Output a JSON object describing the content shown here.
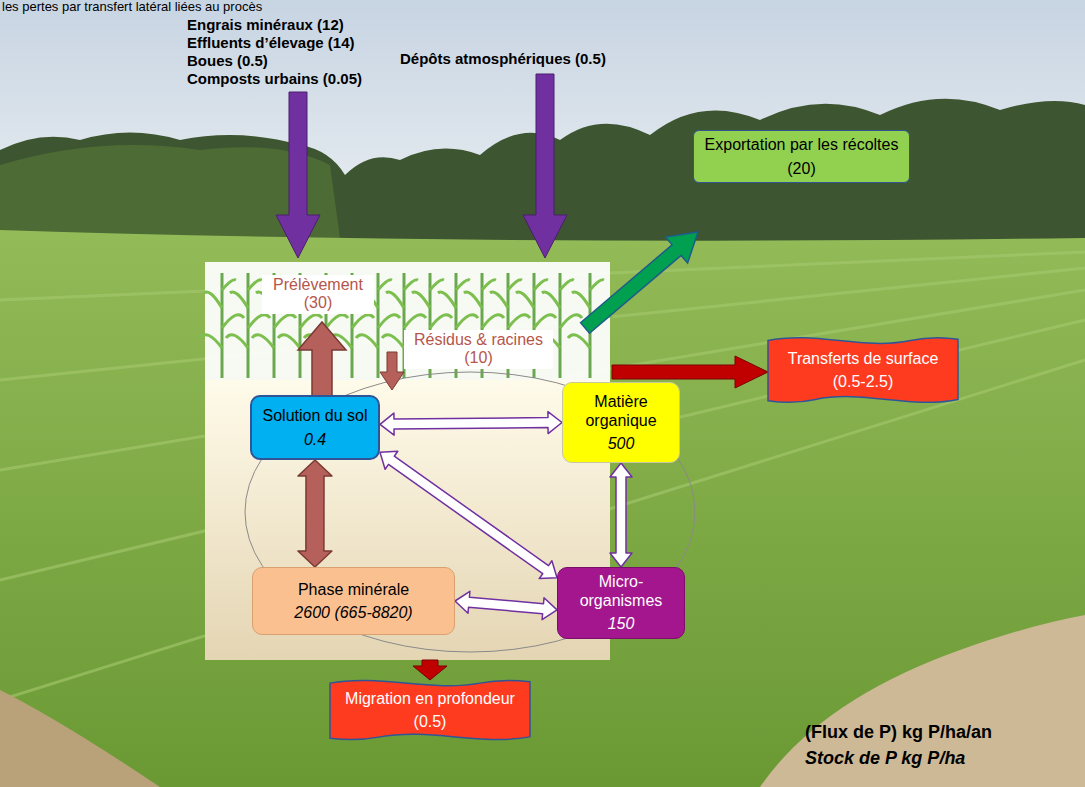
{
  "diagram": {
    "nodes": [
      {
        "text": [
          "Solution du sol",
          "0.4"
        ]
      },
      {
        "text": [
          "Matière organique",
          "500"
        ]
      },
      {
        "text": [
          "Phase minérale",
          "2600 (665-8820)"
        ]
      },
      {
        "text": [
          "Micro- organismes",
          "150"
        ]
      },
      {
        "text": [
          "Exportation par les récoltes",
          "(20)"
        ]
      },
      {
        "text": [
          "Transferts de surface",
          "(0.5-2.5)"
        ]
      },
      {
        "text": [
          "Migration en profondeur",
          "(0.5)"
        ]
      }
    ],
    "edges": [
      {
        "from": 0,
        "to": 1,
        "arrow": "both"
      },
      {
        "from": 0,
        "to": 2,
        "arrow": "both"
      },
      {
        "from": 0,
        "to": 3,
        "arrow": "both"
      },
      {
        "from": 1,
        "to": 3,
        "arrow": "both"
      },
      {
        "from": 2,
        "to": 3,
        "arrow": "both"
      }
    ],
    "labels": [
      "les pertes par transfert latéral liées au procès",
      "Engrais minéraux (12)",
      "Effluents d’élevage (14)",
      "Boues (0.5)",
      "Composts urbains (0.05)",
      "Dépôts atmosphériques (0.5)",
      "Prélèvement (30)",
      "Résidus & racines (10)",
      "(Flux de P) kg P/ha/an",
      "Stock de P kg P/ha"
    ]
  }
}
